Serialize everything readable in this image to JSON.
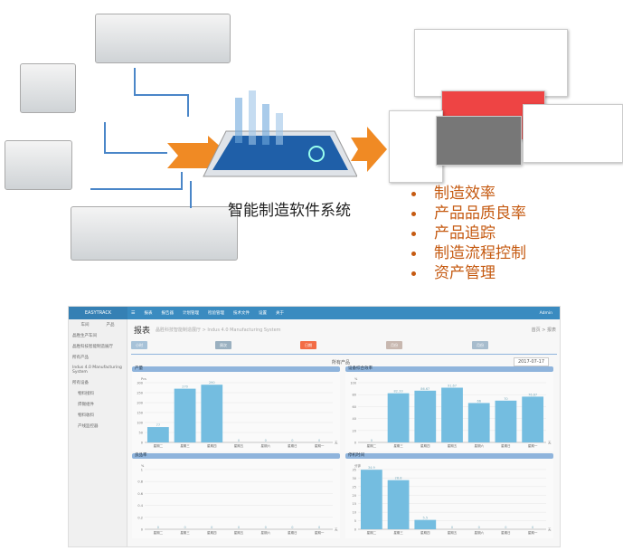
{
  "center_title": "智能制造软件系统",
  "bullets": [
    "制造效率",
    "产品品质良率",
    "产品追踪",
    "制造流程控制",
    "资产管理"
  ],
  "colors": {
    "accent_orange": "#f08a24",
    "bullet_text": "#c55a11",
    "bar_blue": "#74bde0",
    "topbar": "#3a8bc0",
    "arrow_blue": "#4a86c8"
  },
  "app": {
    "brand": "EASYTRACK",
    "nav": [
      "报表",
      "报告器",
      "计划管理",
      "检验管理",
      "技术文件",
      "设置",
      "关于"
    ],
    "user": "Admin",
    "side_tabs": [
      "车间",
      "产品"
    ],
    "sidebar": [
      "晶胜生产车间",
      "晶胜科技智能制造展厅",
      "所有产品",
      "Indus 4.0 Manufacturing System",
      "所有设备",
      "物料接料",
      "焊锡组件",
      "物料收料",
      "产线监控器"
    ],
    "page_title": "报表",
    "breadcrumb": "晶胜科技智能制造展厅 > Indus 4.0 Manufacturing System",
    "breadcrumb_right": "首页 > 报表",
    "buttons": [
      "小时",
      "周次",
      "日期",
      "月份",
      "月份"
    ],
    "section_title": "所有产品",
    "date": "2017-07-17"
  },
  "chart_data": [
    {
      "type": "bar",
      "title": "产量",
      "ylabel": "Pcs",
      "xlabel": "天",
      "ylim": [
        0,
        300
      ],
      "yticks": [
        0,
        50,
        100,
        150,
        200,
        250,
        300
      ],
      "categories": [
        "星期二",
        "星期三",
        "星期四",
        "星期五",
        "星期六",
        "星期日",
        "星期一"
      ],
      "values": [
        77,
        270,
        290,
        0,
        0,
        0,
        0
      ]
    },
    {
      "type": "bar",
      "title": "设备综合效率",
      "ylabel": "%",
      "xlabel": "天",
      "ylim": [
        0,
        100
      ],
      "yticks": [
        0,
        20,
        40,
        60,
        80,
        100
      ],
      "categories": [
        "星期二",
        "星期三",
        "星期四",
        "星期五",
        "星期六",
        "星期日",
        "星期一"
      ],
      "values": [
        0,
        82.33,
        86.67,
        91.67,
        66,
        70,
        76.67
      ]
    },
    {
      "type": "bar",
      "title": "良品率",
      "ylabel": "%",
      "xlabel": "天",
      "ylim": [
        0,
        1
      ],
      "yticks": [
        0,
        0.2,
        0.4,
        0.6,
        0.8,
        1
      ],
      "categories": [
        "星期二",
        "星期三",
        "星期四",
        "星期五",
        "星期六",
        "星期日",
        "星期一"
      ],
      "values": [
        0,
        0,
        0,
        0,
        0,
        0,
        0
      ]
    },
    {
      "type": "bar",
      "title": "停机时间",
      "ylabel": "分钟",
      "xlabel": "天",
      "ylim": [
        0,
        35
      ],
      "yticks": [
        0,
        5,
        10,
        15,
        20,
        25,
        30,
        35
      ],
      "categories": [
        "星期二",
        "星期三",
        "星期四",
        "星期五",
        "星期六",
        "星期日",
        "星期一"
      ],
      "values": [
        34.9,
        28.8,
        5.5,
        0,
        0,
        0,
        0
      ]
    }
  ]
}
